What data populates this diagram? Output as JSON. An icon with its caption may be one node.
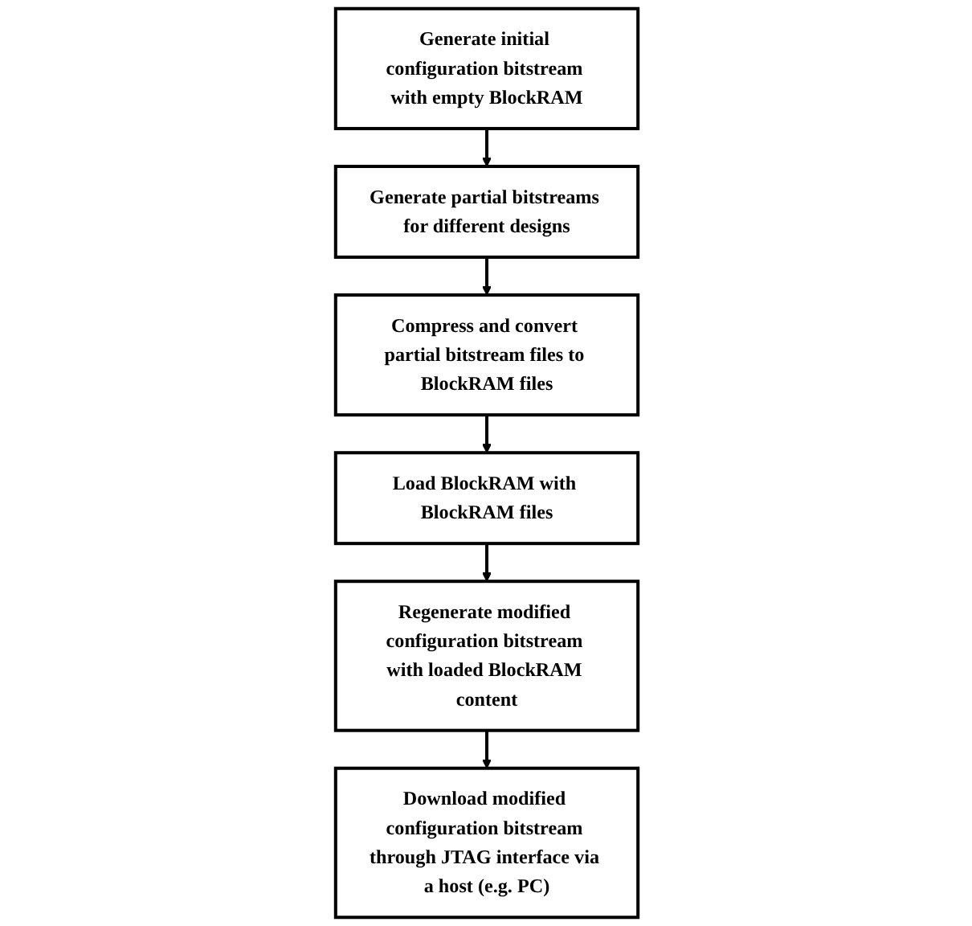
{
  "diagram": {
    "nodes": [
      {
        "text": [
          "Generate initial configuration bitstream with empty BlockRAM"
        ]
      },
      {
        "text": [
          "Generate partial bitstreams for different designs"
        ]
      },
      {
        "text": [
          "Compress and convert partial bitstream files to BlockRAM files"
        ]
      },
      {
        "text": [
          "Load BlockRAM with BlockRAM files"
        ]
      },
      {
        "text": [
          "Regenerate modified configuration bitstream with loaded BlockRAM content"
        ]
      },
      {
        "text": [
          "Download modified configuration bitstream through JTAG interface via a host (e.g. PC)"
        ]
      }
    ],
    "edges": [
      {
        "from": 0,
        "to": 1,
        "arrow": "to"
      },
      {
        "from": 1,
        "to": 2,
        "arrow": "to"
      },
      {
        "from": 2,
        "to": 3,
        "arrow": "to"
      },
      {
        "from": 3,
        "to": 4,
        "arrow": "to"
      },
      {
        "from": 4,
        "to": 5,
        "arrow": "to"
      }
    ]
  }
}
